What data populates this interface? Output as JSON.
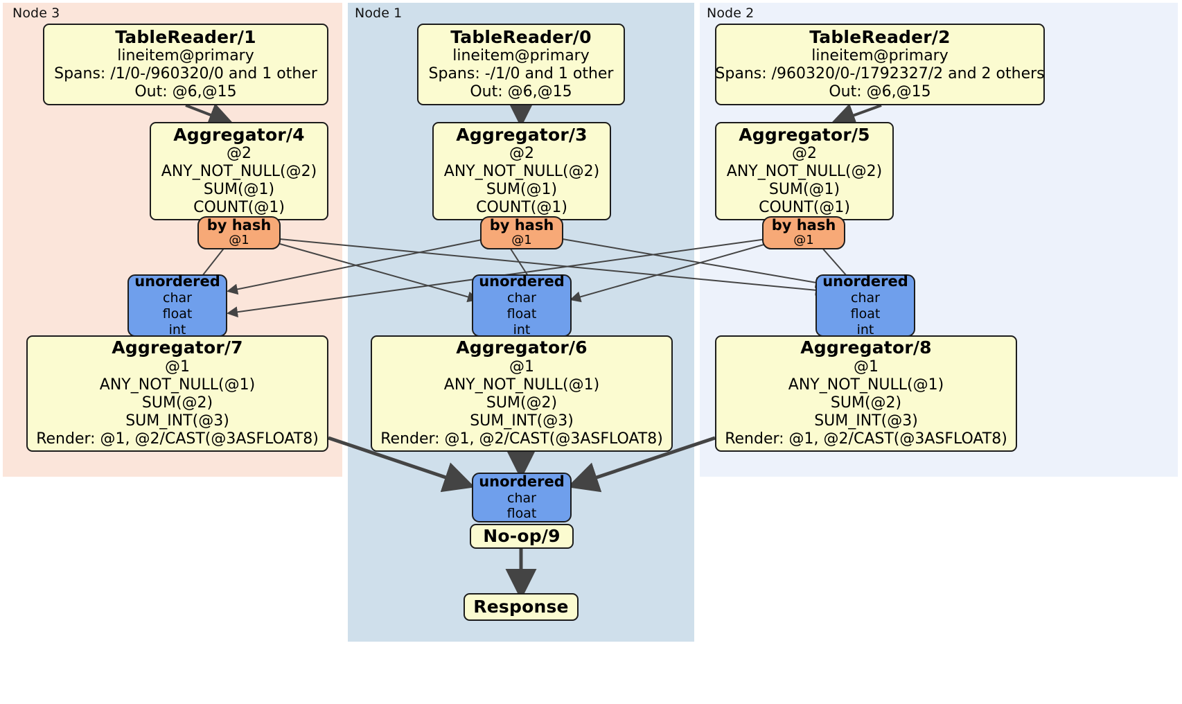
{
  "diagram": {
    "type": "distributed-query-plan",
    "title": "DistSQL physical plan"
  },
  "nodes": [
    {
      "id": "node3",
      "label": "Node 3",
      "color": "#fbe5da"
    },
    {
      "id": "node1",
      "label": "Node 1",
      "color": "#cfdfeb"
    },
    {
      "id": "node2",
      "label": "Node 2",
      "color": "#edf2fb"
    }
  ],
  "processors": {
    "tablereader1": {
      "title": "TableReader/1",
      "lines": [
        "lineitem@primary",
        "Spans: /1/0-/960320/0 and 1 other",
        "Out: @6,@15"
      ]
    },
    "tablereader0": {
      "title": "TableReader/0",
      "lines": [
        "lineitem@primary",
        "Spans: -/1/0 and 1 other",
        "Out: @6,@15"
      ]
    },
    "tablereader2": {
      "title": "TableReader/2",
      "lines": [
        "lineitem@primary",
        "Spans: /960320/0-/1792327/2 and 2 others",
        "Out: @6,@15"
      ]
    },
    "aggregator4": {
      "title": "Aggregator/4",
      "lines": [
        "@2",
        "ANY_NOT_NULL(@2)",
        "SUM(@1)",
        "COUNT(@1)"
      ]
    },
    "aggregator3": {
      "title": "Aggregator/3",
      "lines": [
        "@2",
        "ANY_NOT_NULL(@2)",
        "SUM(@1)",
        "COUNT(@1)"
      ]
    },
    "aggregator5": {
      "title": "Aggregator/5",
      "lines": [
        "@2",
        "ANY_NOT_NULL(@2)",
        "SUM(@1)",
        "COUNT(@1)"
      ]
    },
    "aggregator7": {
      "title": "Aggregator/7",
      "lines": [
        "@1",
        "ANY_NOT_NULL(@1)",
        "SUM(@2)",
        "SUM_INT(@3)",
        "Render: @1, @2/CAST(@3ASFLOAT8)"
      ]
    },
    "aggregator6": {
      "title": "Aggregator/6",
      "lines": [
        "@1",
        "ANY_NOT_NULL(@1)",
        "SUM(@2)",
        "SUM_INT(@3)",
        "Render: @1, @2/CAST(@3ASFLOAT8)"
      ]
    },
    "aggregator8": {
      "title": "Aggregator/8",
      "lines": [
        "@1",
        "ANY_NOT_NULL(@1)",
        "SUM(@2)",
        "SUM_INT(@3)",
        "Render: @1, @2/CAST(@3ASFLOAT8)"
      ]
    },
    "noop9": {
      "title": "No-op/9",
      "lines": []
    },
    "response": {
      "title": "Response",
      "lines": []
    }
  },
  "routers": {
    "hash_left": {
      "title": "by hash",
      "lines": [
        "@1"
      ]
    },
    "hash_center": {
      "title": "by hash",
      "lines": [
        "@1"
      ]
    },
    "hash_right": {
      "title": "by hash",
      "lines": [
        "@1"
      ]
    }
  },
  "streams": {
    "unordered_left": {
      "title": "unordered",
      "lines": [
        "char",
        "float",
        "int"
      ]
    },
    "unordered_center": {
      "title": "unordered",
      "lines": [
        "char",
        "float",
        "int"
      ]
    },
    "unordered_right": {
      "title": "unordered",
      "lines": [
        "char",
        "float",
        "int"
      ]
    },
    "unordered_final": {
      "title": "unordered",
      "lines": [
        "char",
        "float"
      ]
    }
  },
  "colors": {
    "processor_fill": "#fbfbd0",
    "router_fill": "#f7a977",
    "stream_fill": "#6f9fec",
    "border": "#1c1c1c",
    "edge": "#444444",
    "node3_bg": "#fbe5da",
    "node1_bg": "#cfdfeb",
    "node2_bg": "#edf2fb"
  }
}
